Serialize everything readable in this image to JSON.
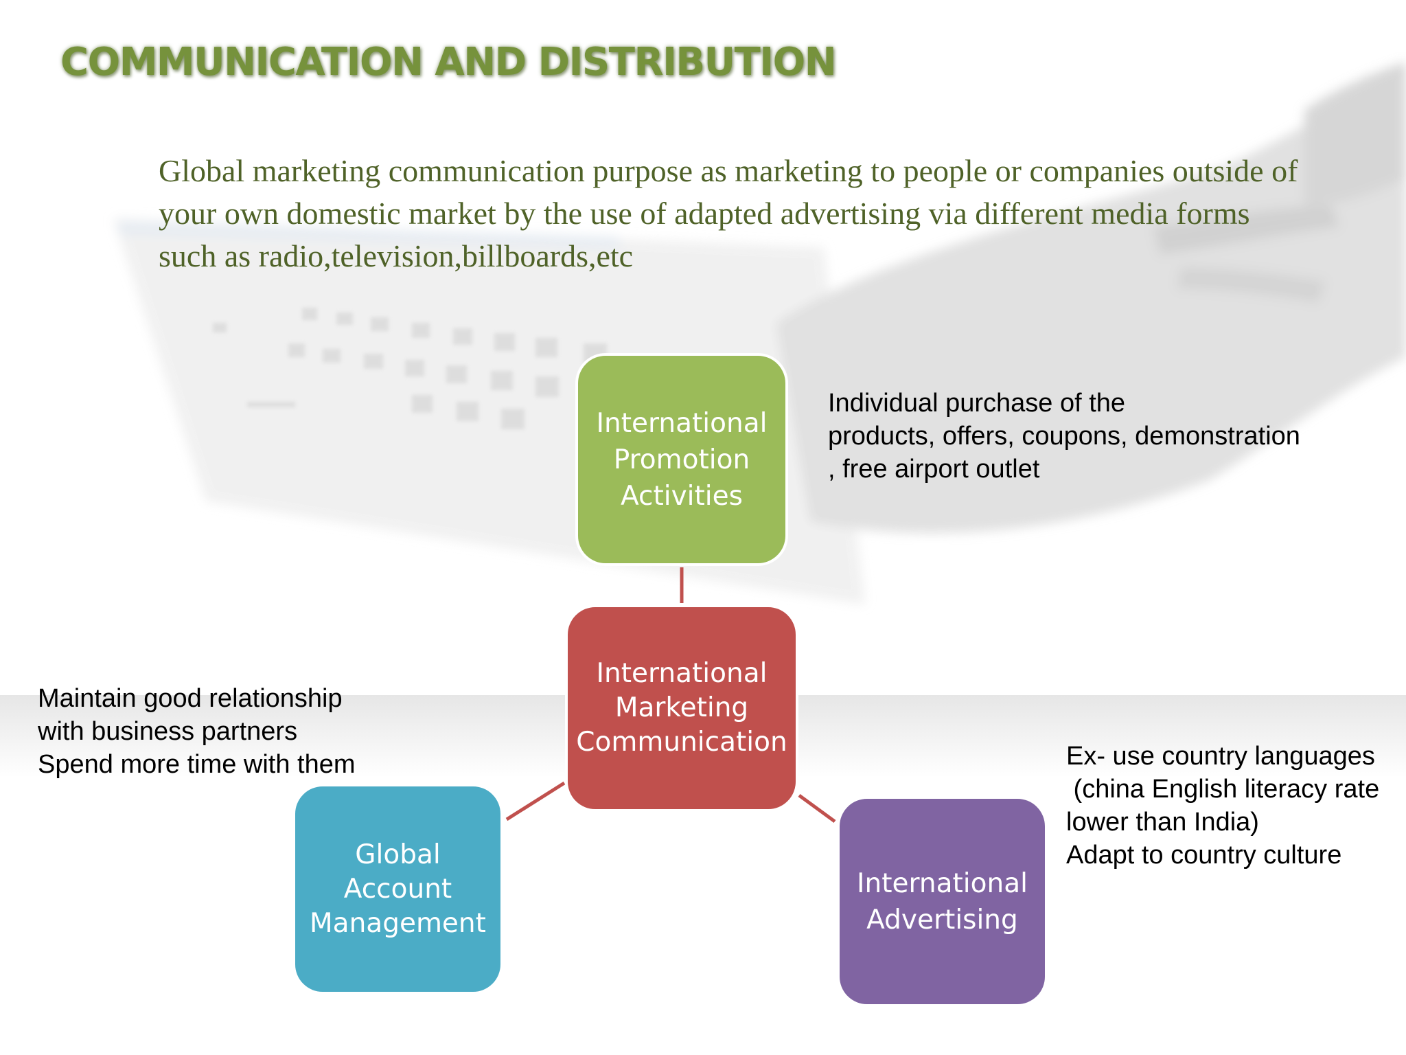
{
  "slide": {
    "title": "COMMUNICATION AND DISTRIBUTION",
    "intro": "Global marketing communication purpose as marketing to people or companies outside of your own domestic market by the use of adapted advertising via different media forms such as radio,television,billboards,etc"
  },
  "diagram": {
    "center": {
      "lines": [
        "International",
        "Marketing",
        "Communication"
      ],
      "color": "#c0504d"
    },
    "nodes": {
      "promotion": {
        "lines": [
          "International",
          "Promotion",
          "Activities"
        ],
        "color": "#9bbb59"
      },
      "account": {
        "lines": [
          "Global",
          "Account",
          "Management"
        ],
        "color": "#4bacc6"
      },
      "advertising": {
        "lines": [
          "International",
          "Advertising"
        ],
        "color": "#8064a2"
      }
    },
    "connector_color": "#c0504d"
  },
  "notes": {
    "promotion": [
      "Individual purchase of the",
      "products, offers, coupons, demonstration",
      ", free airport outlet"
    ],
    "account": [
      "Maintain good relationship",
      "with business partners",
      "Spend more time with them"
    ],
    "advertising": [
      "Ex- use country languages",
      " (china English literacy rate",
      "lower than India)",
      "Adapt to country culture"
    ]
  },
  "colors": {
    "title": "#76923c",
    "intro_text": "#4f6228"
  }
}
